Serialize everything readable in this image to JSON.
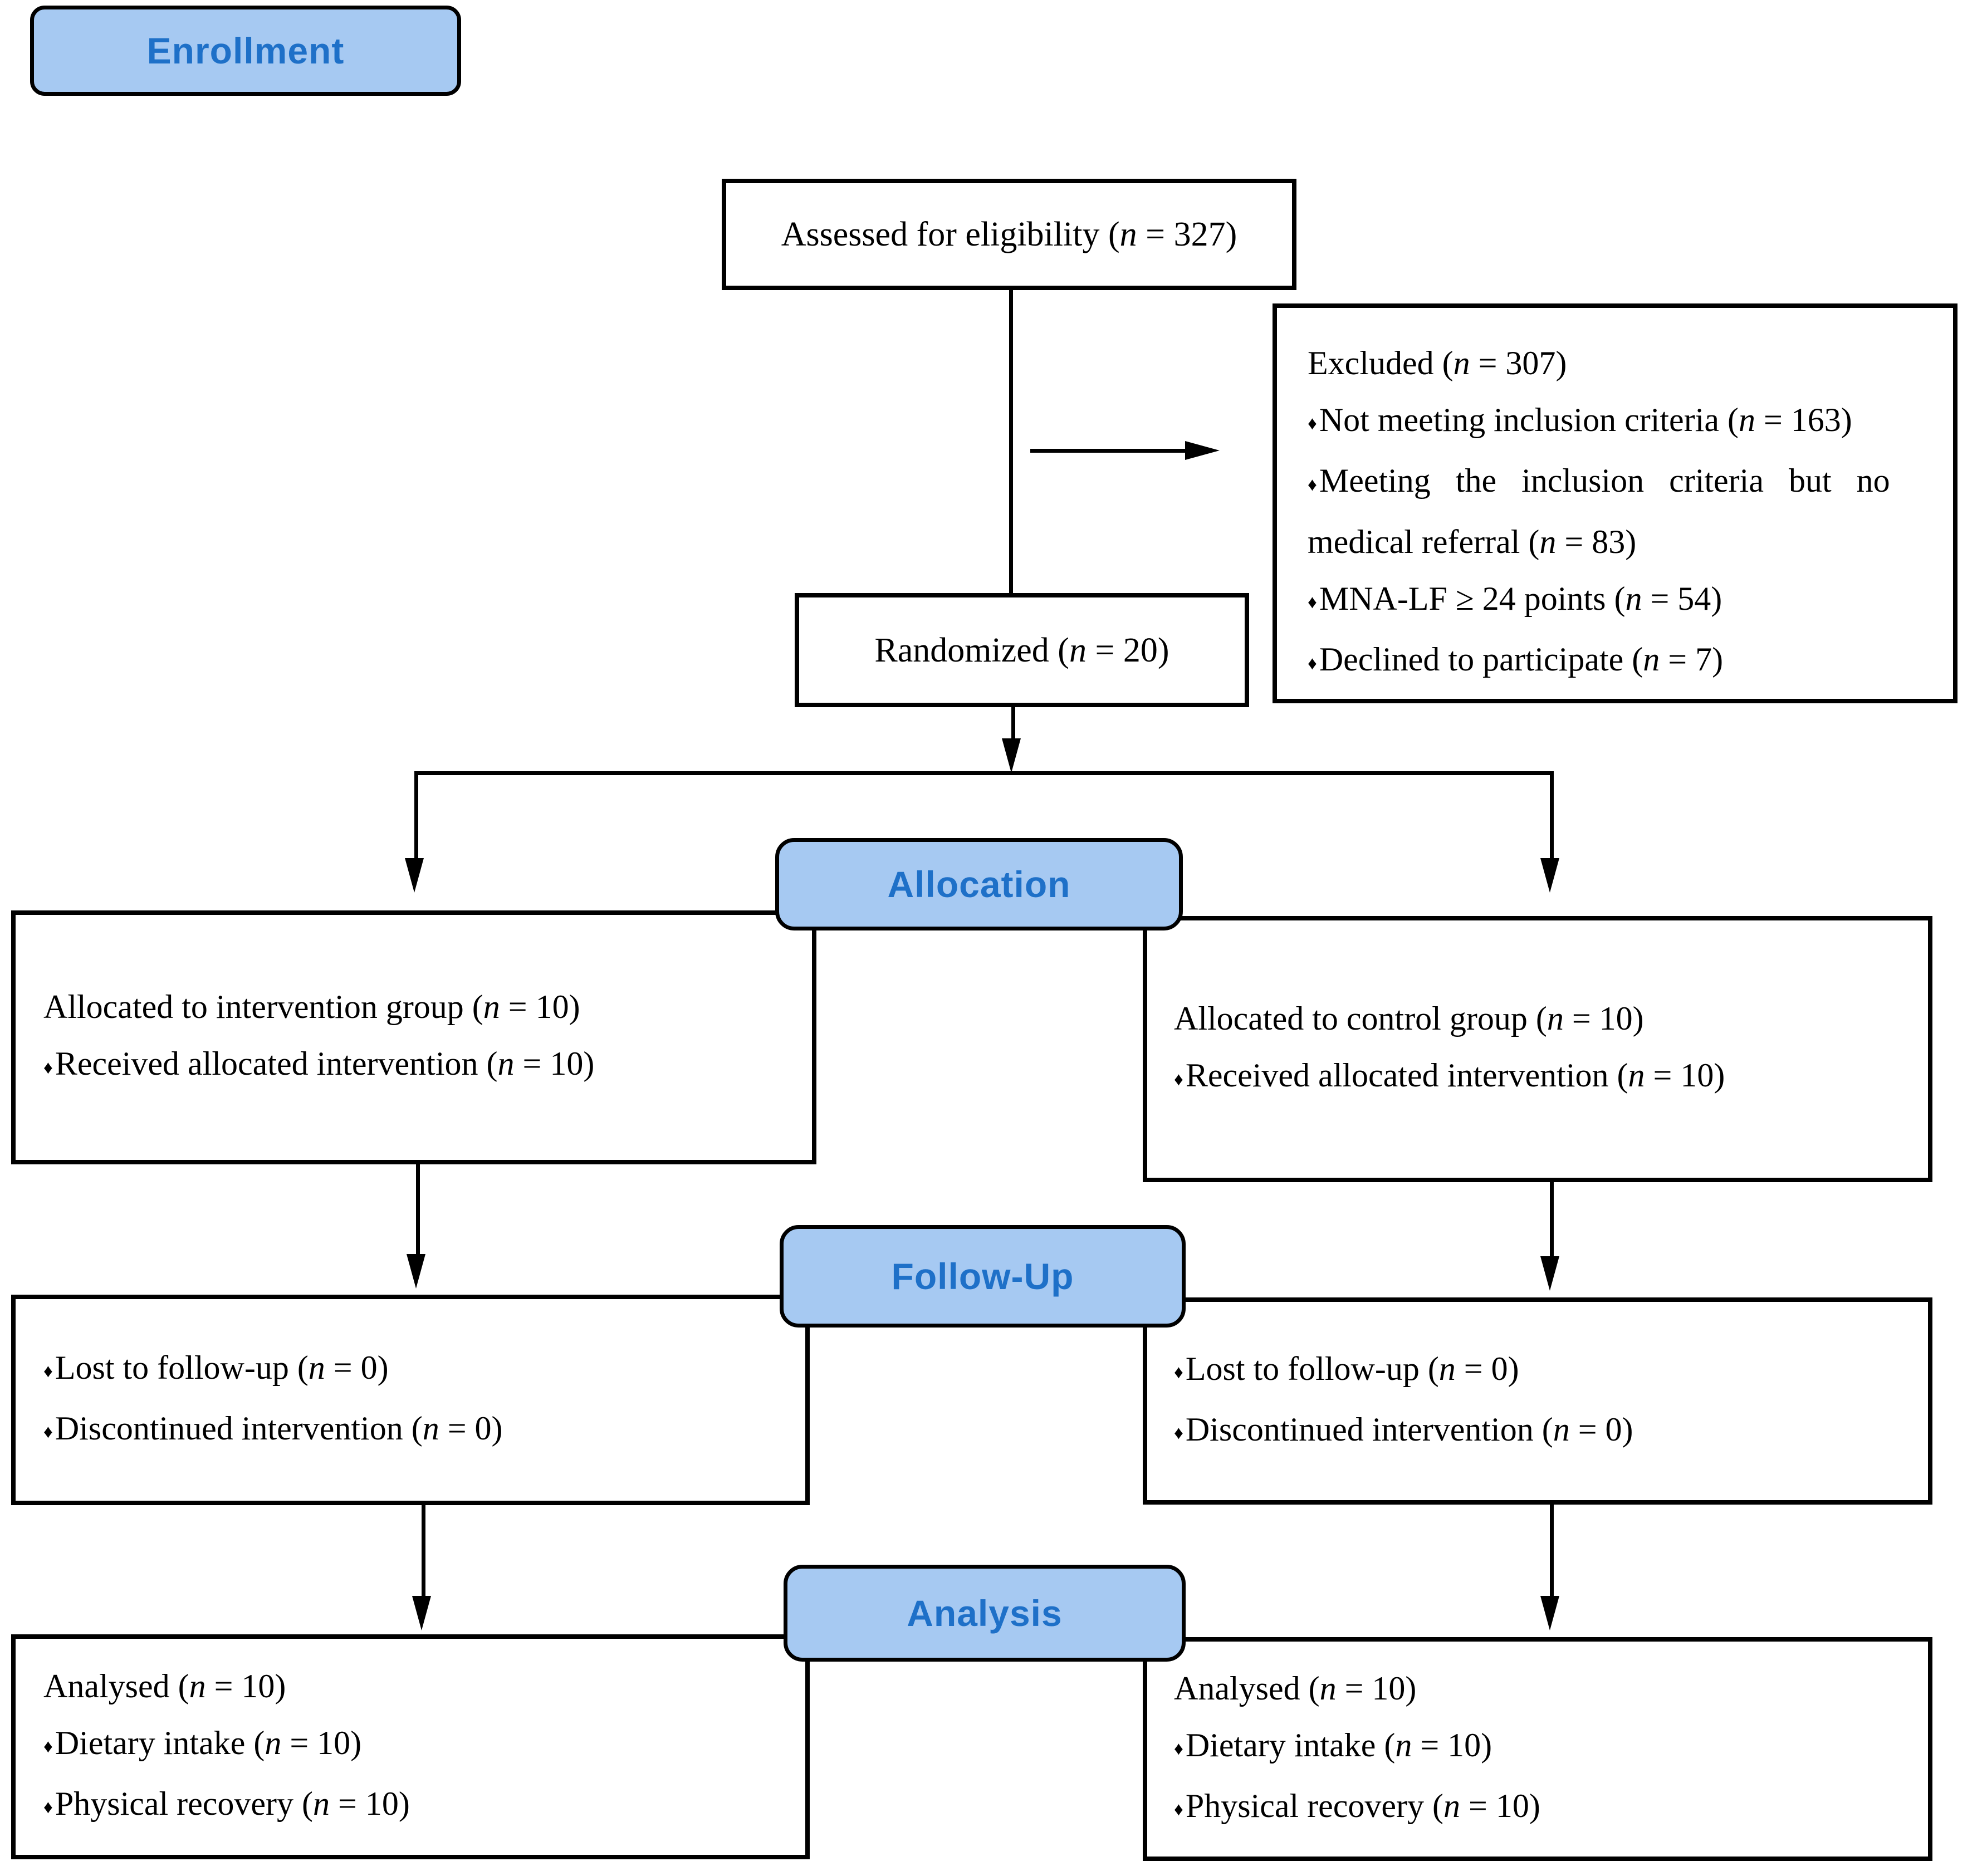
{
  "palette": {
    "badge_fill": "#A6C9F2",
    "badge_text": "#1E70C8",
    "line_color": "#000000",
    "box_background": "#FFFFFF"
  },
  "bullet_char": "♦",
  "badges": {
    "enrollment": "Enrollment",
    "allocation": "Allocation",
    "follow_up": "Follow-Up",
    "analysis": "Analysis"
  },
  "boxes": {
    "assessed": {
      "lines": [
        {
          "text": "Assessed for eligibility (n = 327)"
        }
      ]
    },
    "excluded": {
      "lines": [
        {
          "text": "Excluded (n = 307)"
        },
        {
          "bullet": true,
          "text": "Not meeting inclusion criteria (n = 163)"
        },
        {
          "bullet": true,
          "stretch": true,
          "text": "Meeting the inclusion criteria but no"
        },
        {
          "text": "medical referral (n = 83)"
        },
        {
          "bullet": true,
          "text": "MNA-LF ≥ 24 points (n = 54)"
        },
        {
          "bullet": true,
          "text": "Declined to participate (n = 7)"
        }
      ]
    },
    "randomized": {
      "lines": [
        {
          "text": "Randomized (n = 20)"
        }
      ]
    },
    "allocation_intervention": {
      "lines": [
        {
          "text": "Allocated to intervention group (n = 10)"
        },
        {
          "bullet": true,
          "text": "Received allocated intervention (n = 10)"
        }
      ]
    },
    "allocation_control": {
      "lines": [
        {
          "text": "Allocated to control group (n = 10)"
        },
        {
          "bullet": true,
          "text": "Received allocated intervention (n = 10)"
        }
      ]
    },
    "followup_intervention": {
      "lines": [
        {
          "bullet": true,
          "text": "Lost to follow-up (n = 0)"
        },
        {
          "bullet": true,
          "text": "Discontinued intervention (n = 0)"
        }
      ]
    },
    "followup_control": {
      "lines": [
        {
          "bullet": true,
          "text": "Lost to follow-up (n = 0)"
        },
        {
          "bullet": true,
          "text": "Discontinued intervention (n = 0)"
        }
      ]
    },
    "analysis_intervention": {
      "lines": [
        {
          "text": "Analysed (n = 10)"
        },
        {
          "bullet": true,
          "text": "Dietary intake (n = 10)"
        },
        {
          "bullet": true,
          "text": "Physical recovery (n = 10)"
        }
      ]
    },
    "analysis_control": {
      "lines": [
        {
          "text": "Analysed (n = 10)"
        },
        {
          "bullet": true,
          "text": "Dietary intake (n = 10)"
        },
        {
          "bullet": true,
          "text": "Physical recovery (n = 10)"
        }
      ]
    }
  }
}
